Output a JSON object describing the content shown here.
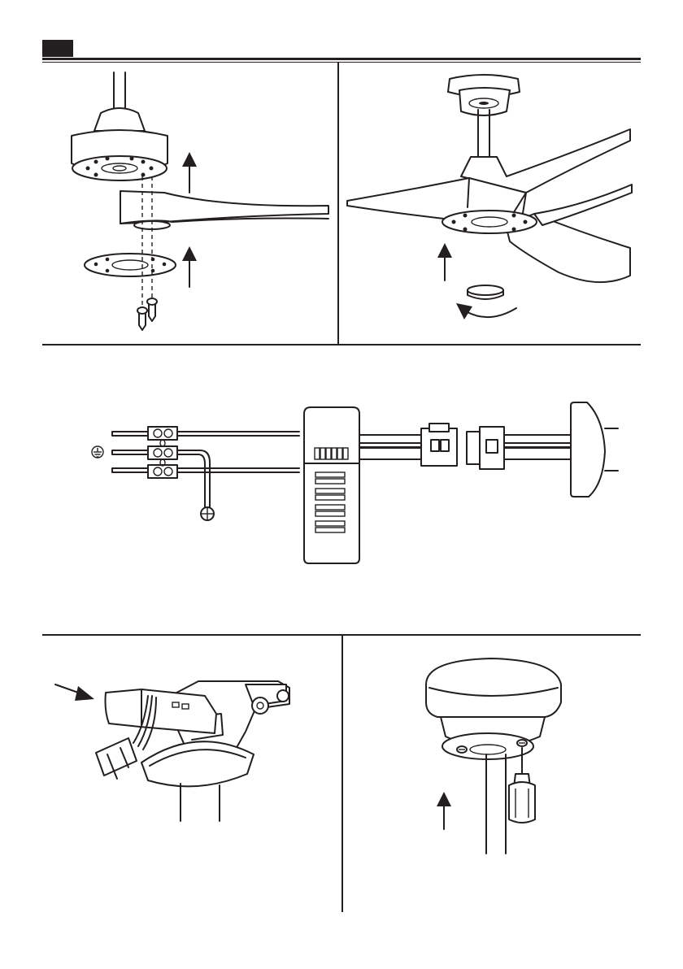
{
  "header": {
    "step_badge": ""
  },
  "figures": {
    "blade_assembly": {
      "icon": "fan-blade-mounting-screws"
    },
    "cover_plate": {
      "icon": "fan-cover-plate-rotate"
    },
    "wiring": {
      "icon": "receiver-wiring-terminal-block",
      "ground_symbol": "ground-symbol-icon"
    },
    "receiver_insert": {
      "icon": "receiver-insert-into-bracket"
    },
    "canopy_raise": {
      "icon": "canopy-raise-screwdriver"
    }
  },
  "colors": {
    "ink": "#231f20",
    "paper": "#ffffff"
  }
}
